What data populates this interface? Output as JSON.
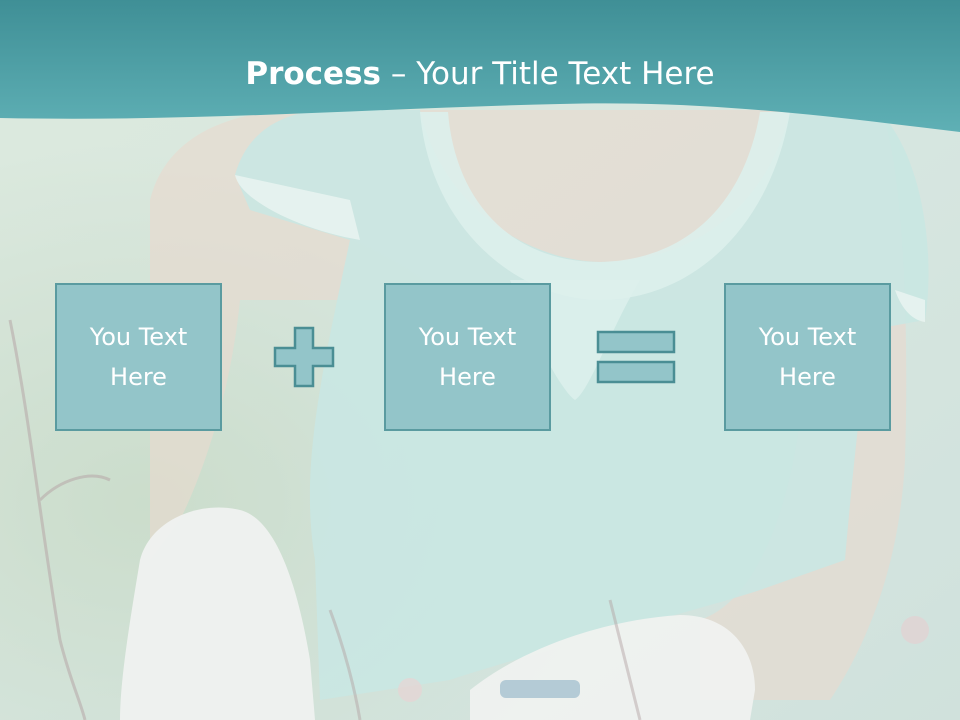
{
  "slide": {
    "title_bold": "Process",
    "title_rest": " – Your Title Text Here",
    "boxes": [
      {
        "text": "You Text\nHere"
      },
      {
        "text": "You Text\nHere"
      },
      {
        "text": "You Text\nHere"
      }
    ],
    "operators": [
      "plus-icon",
      "equals-icon"
    ]
  },
  "colors": {
    "header_teal": "#4e9aa0",
    "box_fill": "#93c5c9",
    "box_border": "#5a9ba0",
    "operator_fill": "#93c5c9",
    "operator_stroke": "#4a8e94",
    "text": "#ffffff"
  }
}
